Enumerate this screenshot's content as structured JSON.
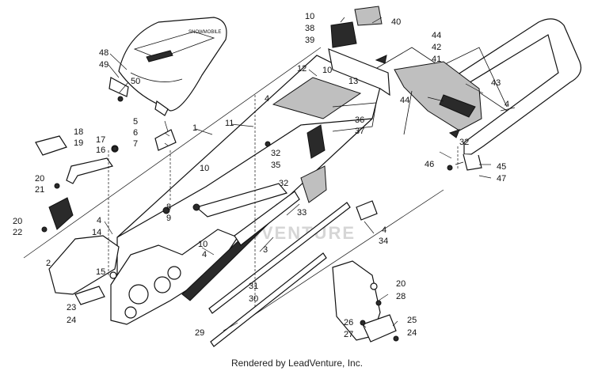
{
  "credit": "Rendered by LeadVenture, Inc.",
  "watermark": "LEADVENTURE",
  "callouts": [
    "1",
    "2",
    "3",
    "4",
    "5",
    "6",
    "7",
    "8",
    "9",
    "10",
    "11",
    "12",
    "13",
    "14",
    "15",
    "16",
    "17",
    "18",
    "19",
    "20",
    "21",
    "22",
    "23",
    "24",
    "25",
    "26",
    "27",
    "28",
    "29",
    "30",
    "31",
    "32",
    "33",
    "34",
    "35",
    "36",
    "37",
    "38",
    "39",
    "40",
    "41",
    "42",
    "43",
    "44",
    "45",
    "46",
    "47",
    "48",
    "49",
    "50"
  ]
}
